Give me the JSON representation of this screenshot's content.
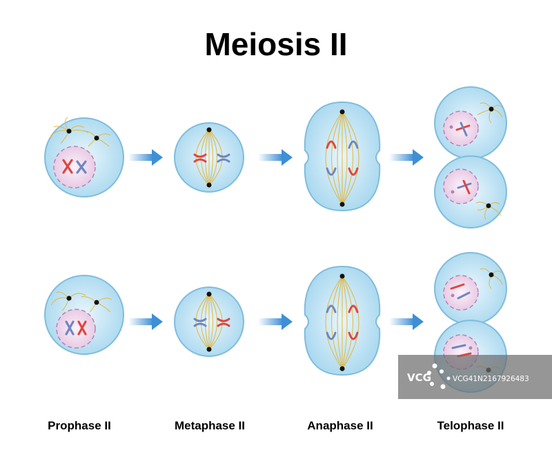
{
  "title": "Meiosis II",
  "phases": [
    {
      "label": "Prophase II"
    },
    {
      "label": "Metaphase II"
    },
    {
      "label": "Anaphase II"
    },
    {
      "label": "Telophase II"
    }
  ],
  "watermark": {
    "brand": "VCG",
    "id": "VCG41N2167926483"
  },
  "colors": {
    "cytoplasm": "#bfe3f3",
    "membrane": "#7fbcdc",
    "nucleus": "#efd5ea",
    "nuclear_envelope": "#b285b3",
    "spindle": "#e6b63a",
    "chromosome_red": "#e0453f",
    "chromosome_blue": "#6f86c0",
    "arrow": "#3e8fd6"
  }
}
